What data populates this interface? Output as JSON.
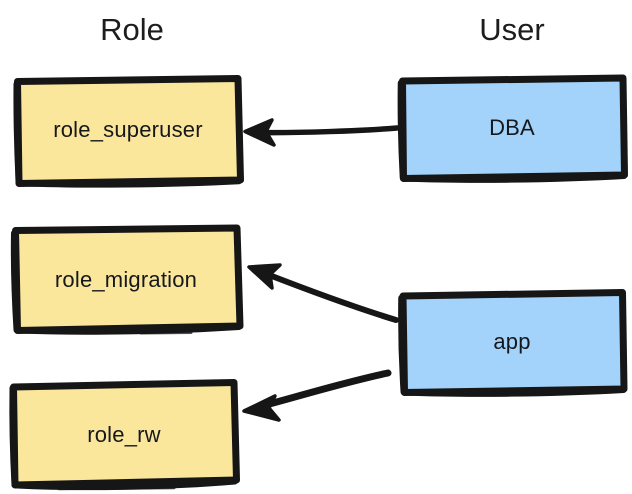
{
  "diagram": {
    "title_columns": {
      "role": "Role",
      "user": "User"
    },
    "colors": {
      "role_fill": "#fbe79b",
      "user_fill": "#a3d3fa",
      "stroke": "#161616",
      "text": "#16181c",
      "background": "#ffffff"
    },
    "nodes": [
      {
        "id": "role_superuser",
        "label": "role_superuser",
        "column": "Role",
        "fill": "#fbe79b"
      },
      {
        "id": "role_migration",
        "label": "role_migration",
        "column": "Role",
        "fill": "#fbe79b"
      },
      {
        "id": "role_rw",
        "label": "role_rw",
        "column": "Role",
        "fill": "#fbe79b"
      },
      {
        "id": "dba",
        "label": "DBA",
        "column": "User",
        "fill": "#a3d3fa"
      },
      {
        "id": "app",
        "label": "app",
        "column": "User",
        "fill": "#a3d3fa"
      }
    ],
    "edges": [
      {
        "from": "dba",
        "to": "role_superuser",
        "arrow": "to",
        "label": ""
      },
      {
        "from": "app",
        "to": "role_migration",
        "arrow": "to",
        "label": ""
      },
      {
        "from": "app",
        "to": "role_rw",
        "arrow": "to",
        "label": ""
      }
    ]
  }
}
